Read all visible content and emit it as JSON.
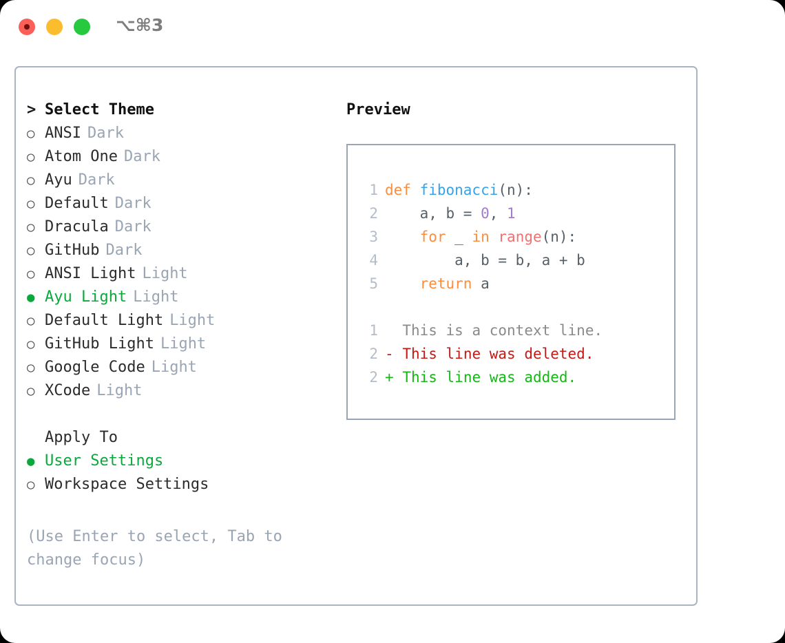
{
  "titlebar": {
    "shortcut": "⌥⌘3",
    "buttons": [
      "close",
      "minimize",
      "zoom"
    ]
  },
  "colors": {
    "selection_green": "#0ba83c",
    "muted": "#9aa5b4",
    "border": "#aab3c0",
    "keyword_orange": "#fa8d3e",
    "function_blue": "#36a3e8",
    "number_purple": "#a37acc",
    "call_salmon": "#f07171",
    "diff_add": "#14b814",
    "diff_del": "#c41a16"
  },
  "theme_list": {
    "header": {
      "marker": ">",
      "label": "Select Theme"
    },
    "items": [
      {
        "marker": "○",
        "label": "ANSI",
        "suffix": "Dark",
        "selected": false
      },
      {
        "marker": "○",
        "label": "Atom One",
        "suffix": "Dark",
        "selected": false
      },
      {
        "marker": "○",
        "label": "Ayu",
        "suffix": "Dark",
        "selected": false
      },
      {
        "marker": "○",
        "label": "Default",
        "suffix": "Dark",
        "selected": false
      },
      {
        "marker": "○",
        "label": "Dracula",
        "suffix": "Dark",
        "selected": false
      },
      {
        "marker": "○",
        "label": "GitHub",
        "suffix": "Dark",
        "selected": false
      },
      {
        "marker": "○",
        "label": "ANSI Light",
        "suffix": "Light",
        "selected": false
      },
      {
        "marker": "●",
        "label": "Ayu Light",
        "suffix": "Light",
        "selected": true
      },
      {
        "marker": "○",
        "label": "Default Light",
        "suffix": "Light",
        "selected": false
      },
      {
        "marker": "○",
        "label": "GitHub Light",
        "suffix": "Light",
        "selected": false
      },
      {
        "marker": "○",
        "label": "Google Code",
        "suffix": "Light",
        "selected": false
      },
      {
        "marker": "○",
        "label": "XCode",
        "suffix": "Light",
        "selected": false
      }
    ]
  },
  "apply_to": {
    "header": "Apply To",
    "items": [
      {
        "marker": "●",
        "label": "User Settings",
        "selected": true
      },
      {
        "marker": "○",
        "label": "Workspace Settings",
        "selected": false
      }
    ]
  },
  "hint": "(Use Enter to select, Tab to change focus)",
  "preview": {
    "title": "Preview",
    "code_lines": [
      {
        "number": "1",
        "tokens": [
          {
            "text": "def ",
            "type": "kw"
          },
          {
            "text": "fibonacci",
            "type": "fn"
          },
          {
            "text": "(n):",
            "type": "txt"
          }
        ]
      },
      {
        "number": "2",
        "tokens": [
          {
            "text": "    a, b = ",
            "type": "txt"
          },
          {
            "text": "0",
            "type": "num"
          },
          {
            "text": ", ",
            "type": "txt"
          },
          {
            "text": "1",
            "type": "num"
          }
        ]
      },
      {
        "number": "3",
        "tokens": [
          {
            "text": "    ",
            "type": "txt"
          },
          {
            "text": "for",
            "type": "kw"
          },
          {
            "text": " _ ",
            "type": "txt"
          },
          {
            "text": "in",
            "type": "kw"
          },
          {
            "text": " ",
            "type": "txt"
          },
          {
            "text": "range",
            "type": "call"
          },
          {
            "text": "(n):",
            "type": "txt"
          }
        ]
      },
      {
        "number": "4",
        "tokens": [
          {
            "text": "        a, b = b, a + b",
            "type": "txt"
          }
        ]
      },
      {
        "number": "5",
        "tokens": [
          {
            "text": "    ",
            "type": "txt"
          },
          {
            "text": "return",
            "type": "kw"
          },
          {
            "text": " a",
            "type": "txt"
          }
        ]
      }
    ],
    "diff_lines": [
      {
        "number": "1",
        "sign": " ",
        "text": "This is a context line.",
        "kind": "ctx"
      },
      {
        "number": "2",
        "sign": "-",
        "text": "This line was deleted.",
        "kind": "del"
      },
      {
        "number": "2",
        "sign": "+",
        "text": "This line was added.",
        "kind": "add"
      }
    ]
  }
}
